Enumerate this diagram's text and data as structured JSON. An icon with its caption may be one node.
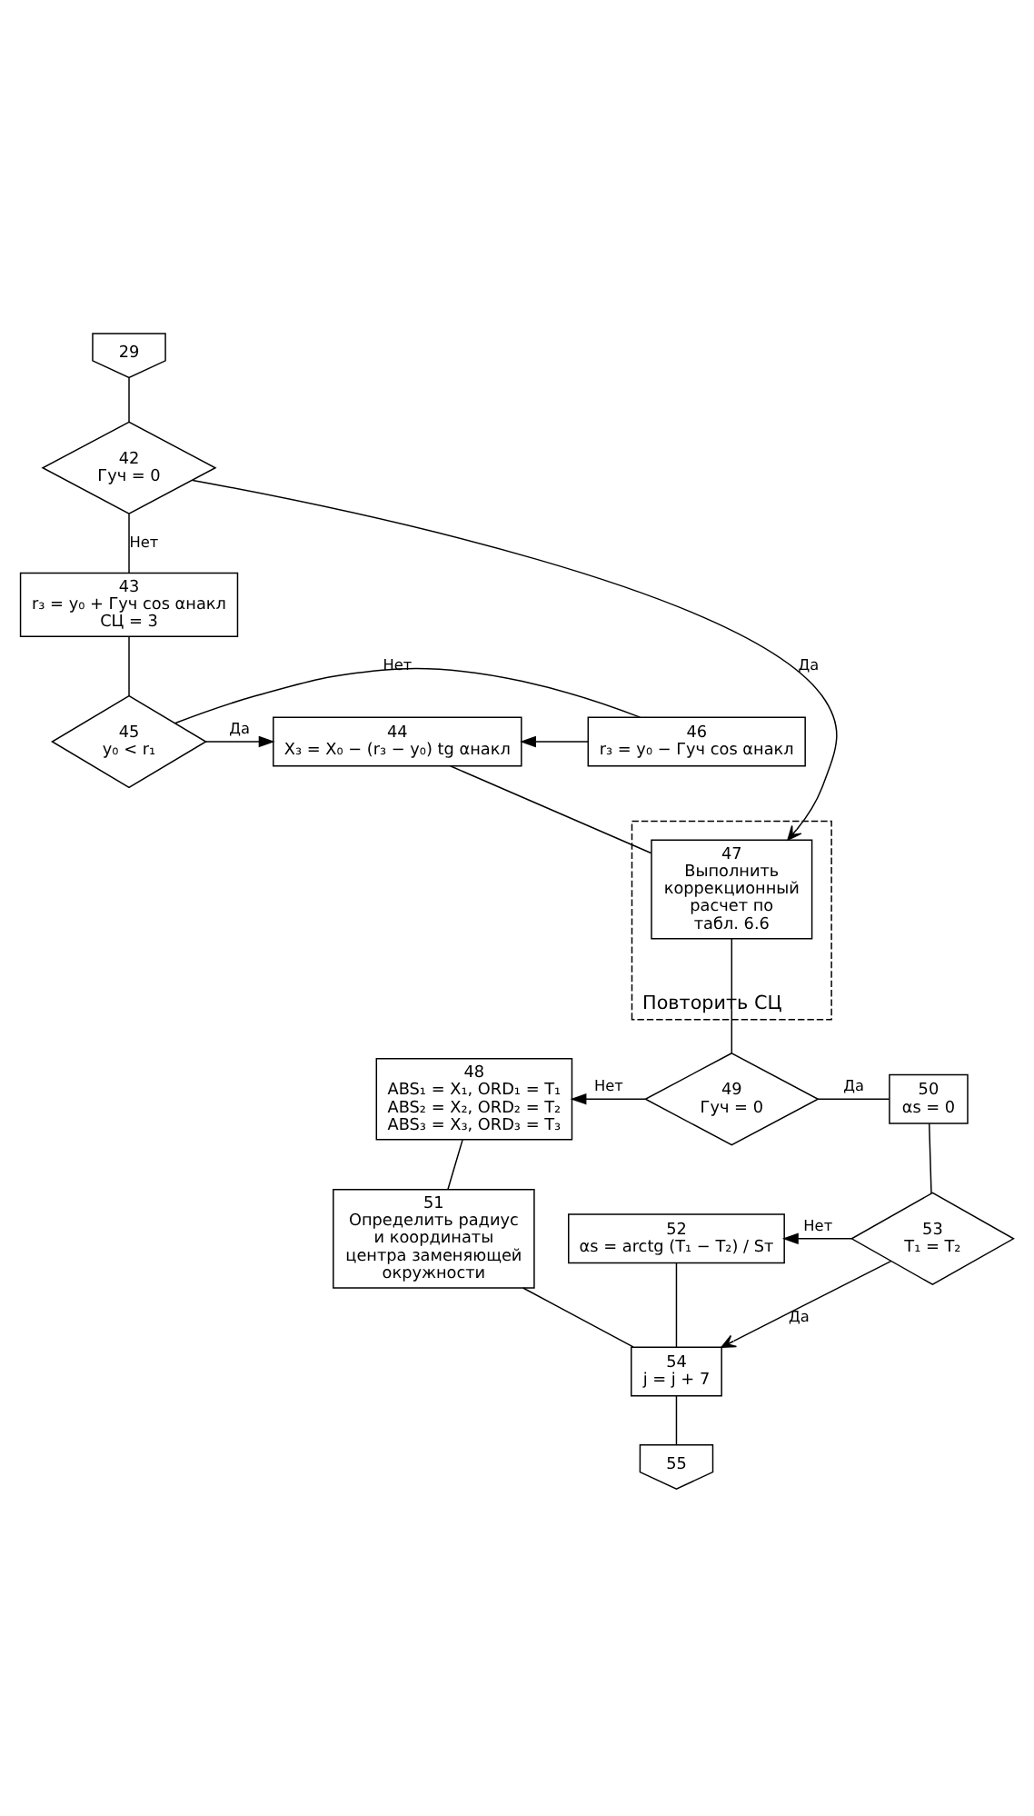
{
  "diagram": {
    "nodes": [
      {
        "text": [
          "29"
        ]
      },
      {
        "text": [
          "42",
          "Гуч = 0"
        ]
      },
      {
        "text": [
          "43",
          "r₃ = y₀ + Гуч cos αнакл",
          "СЦ = 3"
        ]
      },
      {
        "text": [
          "44",
          "X₃ = X₀ − (r₃ − y₀) tg αнакл"
        ]
      },
      {
        "text": [
          "45",
          "y₀ < r₁"
        ]
      },
      {
        "text": [
          "46",
          "r₃ = y₀ − Гуч cos αнакл"
        ]
      },
      {
        "text": [
          "Повторить СЦ"
        ]
      },
      {
        "text": [
          "47",
          "Выполнить коррекционный расчет по табл. 6.6"
        ],
        "in": 6
      },
      {
        "text": [
          "48",
          "ABS₁ = X₁, ORD₁ = T₁",
          "ABS₂ = X₂, ORD₂ = T₂",
          "ABS₃ = X₃, ORD₃ = T₃"
        ]
      },
      {
        "text": [
          "49",
          "Гуч = 0"
        ]
      },
      {
        "text": [
          "50",
          "αs = 0"
        ]
      },
      {
        "text": [
          "51",
          "Определить радиус и координаты центра заменяющей окружности"
        ]
      },
      {
        "text": [
          "52",
          "αs = arctg (T₁ − T₂) / Sт"
        ]
      },
      {
        "text": [
          "53",
          "T₁ = T₂"
        ]
      },
      {
        "text": [
          "54",
          "j = j + 7"
        ]
      },
      {
        "text": [
          "55"
        ]
      }
    ],
    "edges": [
      {
        "from": 0,
        "to": 1,
        "arrow": "none"
      },
      {
        "from": 1,
        "to": 2,
        "arrow": "none",
        "label": "Нет"
      },
      {
        "from": 1,
        "to": 7,
        "arrow": "to",
        "label": "Да"
      },
      {
        "from": 2,
        "to": 4,
        "arrow": "none"
      },
      {
        "from": 4,
        "to": 3,
        "arrow": "to",
        "label": "Да"
      },
      {
        "from": 4,
        "to": 5,
        "arrow": "none",
        "label": "Нет"
      },
      {
        "from": 5,
        "to": 3,
        "arrow": "to"
      },
      {
        "from": 3,
        "to": 7,
        "arrow": "none"
      },
      {
        "from": 7,
        "to": 9,
        "arrow": "none"
      },
      {
        "from": 9,
        "to": 8,
        "arrow": "to",
        "label": "Нет"
      },
      {
        "from": 9,
        "to": 10,
        "arrow": "none",
        "label": "Да"
      },
      {
        "from": 10,
        "to": 13,
        "arrow": "none"
      },
      {
        "from": 13,
        "to": 12,
        "arrow": "to",
        "label": "Нет"
      },
      {
        "from": 13,
        "to": 14,
        "arrow": "to",
        "label": "Да"
      },
      {
        "from": 12,
        "to": 14,
        "arrow": "none"
      },
      {
        "from": 8,
        "to": 11,
        "arrow": "none"
      },
      {
        "from": 11,
        "to": 14,
        "arrow": "none"
      },
      {
        "from": 14,
        "to": 15,
        "arrow": "none"
      }
    ]
  }
}
